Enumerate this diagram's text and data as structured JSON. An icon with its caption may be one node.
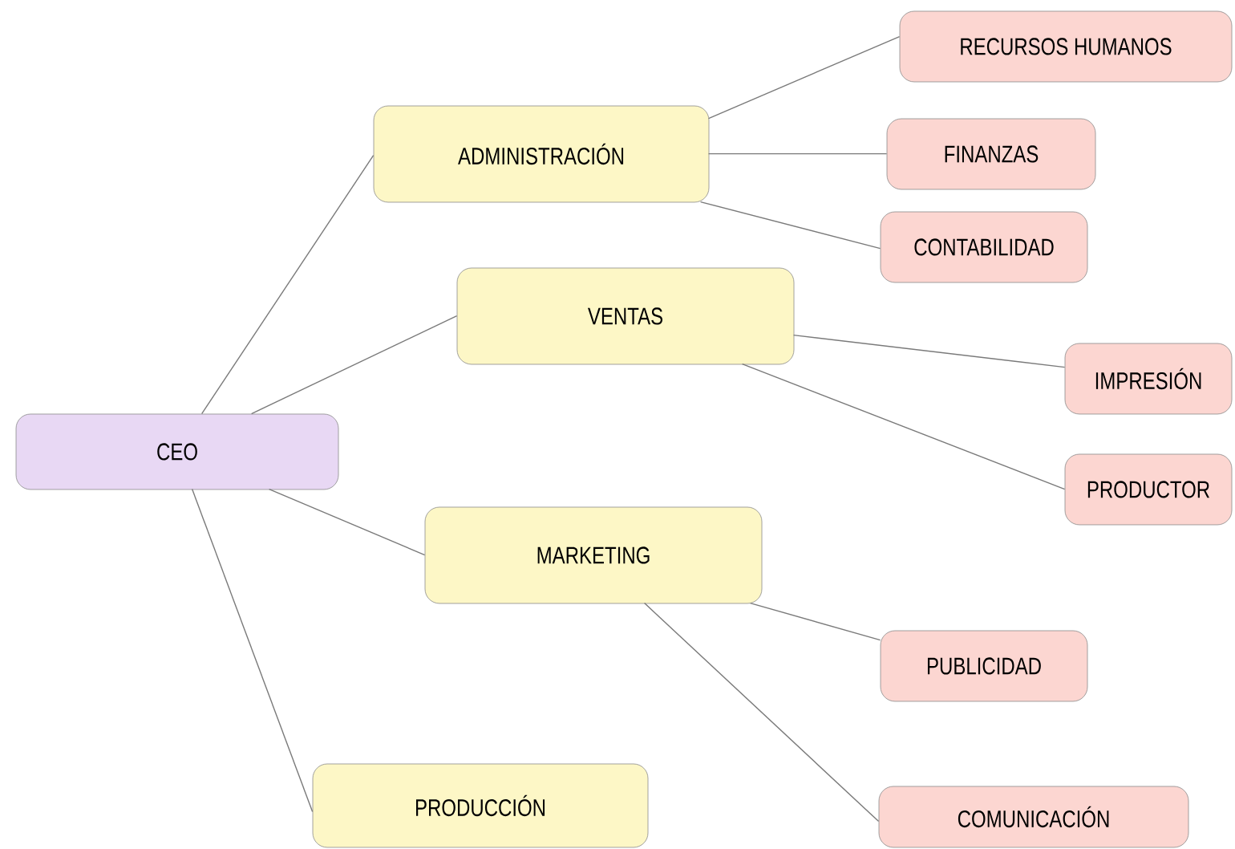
{
  "diagram": {
    "nodes": [
      {
        "text": [
          "CEO"
        ]
      },
      {
        "text": [
          "ADMINISTRACIÓN"
        ]
      },
      {
        "text": [
          "VENTAS"
        ]
      },
      {
        "text": [
          "MARKETING"
        ]
      },
      {
        "text": [
          "PRODUCCIÓN"
        ]
      },
      {
        "text": [
          "RECURSOS HUMANOS"
        ]
      },
      {
        "text": [
          "FINANZAS"
        ]
      },
      {
        "text": [
          "CONTABILIDAD"
        ]
      },
      {
        "text": [
          "IMPRESIÓN"
        ]
      },
      {
        "text": [
          "PRODUCTOR"
        ]
      },
      {
        "text": [
          "PUBLICIDAD"
        ]
      },
      {
        "text": [
          "COMUNICACIÓN"
        ]
      }
    ],
    "edges": [
      {
        "from": 0,
        "to": 1,
        "arrow": "none"
      },
      {
        "from": 0,
        "to": 2,
        "arrow": "none"
      },
      {
        "from": 0,
        "to": 3,
        "arrow": "none"
      },
      {
        "from": 0,
        "to": 4,
        "arrow": "none"
      },
      {
        "from": 1,
        "to": 5,
        "arrow": "none"
      },
      {
        "from": 1,
        "to": 6,
        "arrow": "none"
      },
      {
        "from": 1,
        "to": 7,
        "arrow": "none"
      },
      {
        "from": 2,
        "to": 8,
        "arrow": "none"
      },
      {
        "from": 2,
        "to": 9,
        "arrow": "none"
      },
      {
        "from": 3,
        "to": 10,
        "arrow": "none"
      },
      {
        "from": 3,
        "to": 11,
        "arrow": "none"
      }
    ]
  }
}
